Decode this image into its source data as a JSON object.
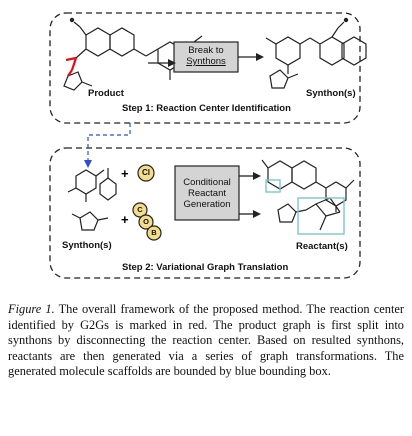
{
  "figure": {
    "step1": {
      "box_label": "Break to Synthons",
      "box_line1": "Break to",
      "box_line2": "Synthons",
      "product_label": "Product",
      "synthons_label": "Synthon(s)",
      "step_title": "Step 1: Reaction Center Identification"
    },
    "step2": {
      "box_line1": "Conditional",
      "box_line2": "Reactant",
      "box_line3": "Generation",
      "synthons_label": "Synthon(s)",
      "reactants_label": "Reactant(s)",
      "step_title": "Step 2: Variational Graph Translation",
      "leaving_group_1": "Cl",
      "leaving_group_2a": "C",
      "leaving_group_2b": "O",
      "leaving_group_2c": "B"
    },
    "colors": {
      "reaction_center": "#e01010",
      "bounding_box": "#7fc4d0",
      "leaving_group_fill": "#f3dc8a",
      "arrow_blue": "#2a4fd0",
      "process_box_fill": "#d4d4d4"
    }
  },
  "caption": {
    "label": "Figure 1.",
    "text": " The overall framework of the proposed method. The reaction center identified by G2Gs is marked in red. The product graph is first split into synthons by disconnecting the reaction center. Based on resulted synthons, reactants are then generated via a series of graph transformations. The generated molecule scaffolds are bounded by blue bounding box."
  }
}
